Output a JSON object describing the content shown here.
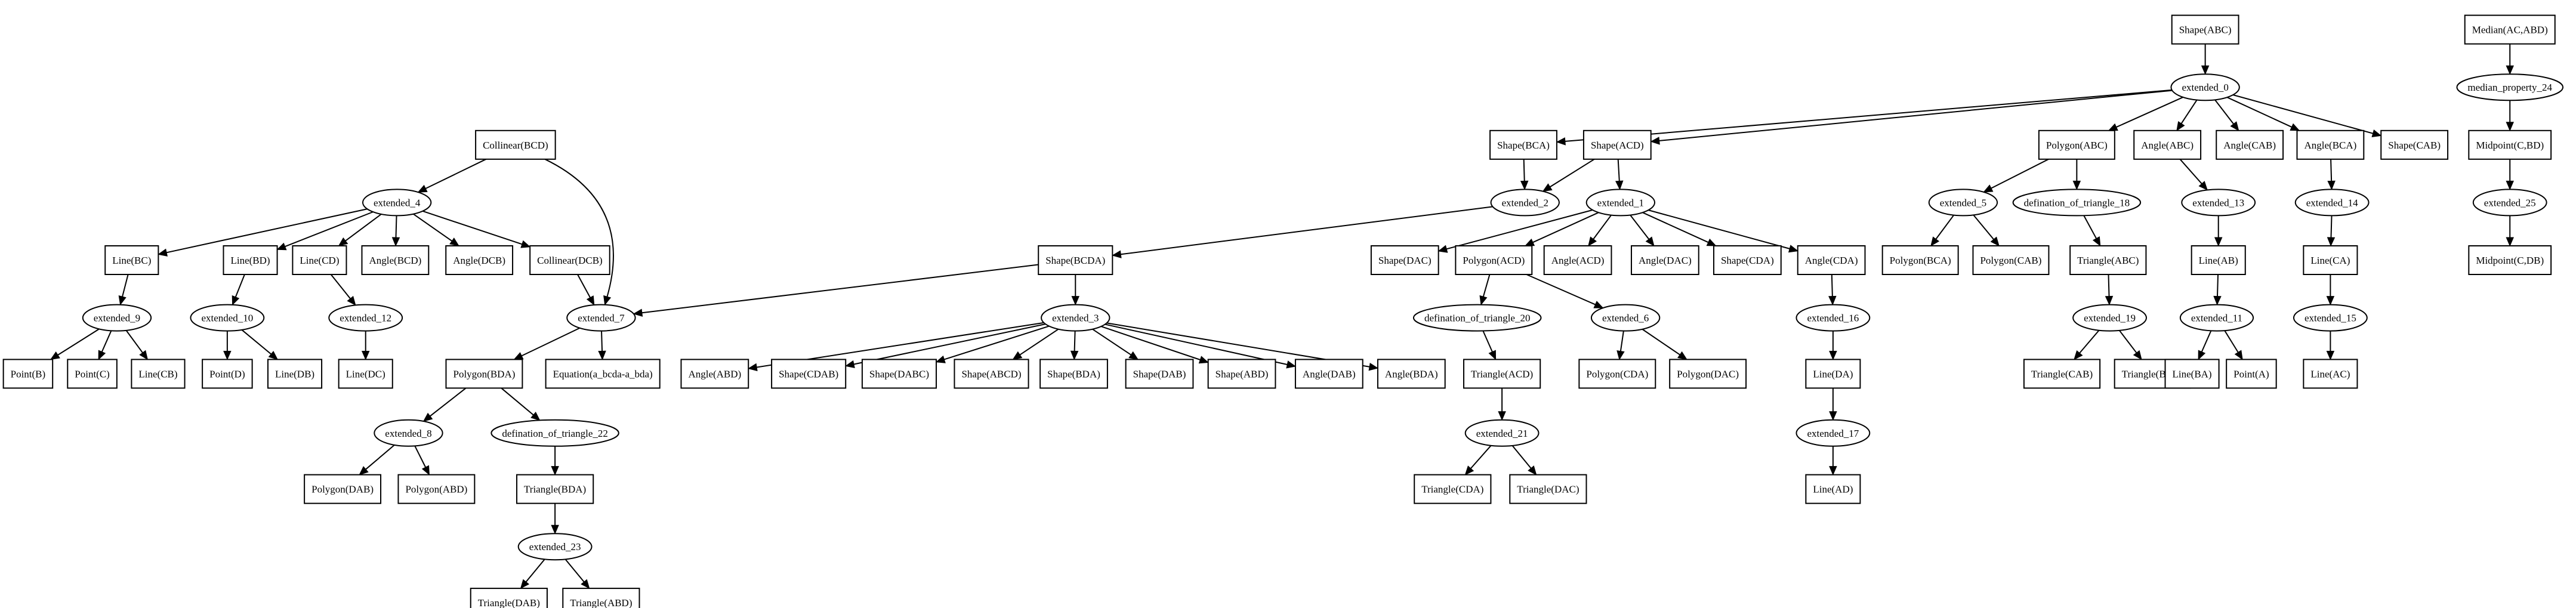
{
  "diagram": {
    "type": "directed-graph",
    "nodes": [
      {
        "id": "n_shape_abc",
        "label": "Shape(ABC)",
        "shape": "box"
      },
      {
        "id": "n_ext0",
        "label": "extended_0",
        "shape": "ellipse"
      },
      {
        "id": "n_shape_bca",
        "label": "Shape(BCA)",
        "shape": "box"
      },
      {
        "id": "n_shape_acd",
        "label": "Shape(ACD)",
        "shape": "box"
      },
      {
        "id": "n_poly_abc",
        "label": "Polygon(ABC)",
        "shape": "box"
      },
      {
        "id": "n_angle_abc",
        "label": "Angle(ABC)",
        "shape": "box"
      },
      {
        "id": "n_angle_cab",
        "label": "Angle(CAB)",
        "shape": "box"
      },
      {
        "id": "n_angle_bca",
        "label": "Angle(BCA)",
        "shape": "box"
      },
      {
        "id": "n_shape_cab",
        "label": "Shape(CAB)",
        "shape": "box"
      },
      {
        "id": "n_median",
        "label": "Median(AC,ABD)",
        "shape": "box"
      },
      {
        "id": "n_median_prop",
        "label": "median_property_24",
        "shape": "ellipse"
      },
      {
        "id": "n_mid_cbd",
        "label": "Midpoint(C,BD)",
        "shape": "box"
      },
      {
        "id": "n_ext25",
        "label": "extended_25",
        "shape": "ellipse"
      },
      {
        "id": "n_mid_cdb",
        "label": "Midpoint(C,DB)",
        "shape": "box"
      },
      {
        "id": "n_collinear_bcd",
        "label": "Collinear(BCD)",
        "shape": "box"
      },
      {
        "id": "n_ext4",
        "label": "extended_4",
        "shape": "ellipse"
      },
      {
        "id": "n_line_bc",
        "label": "Line(BC)",
        "shape": "box"
      },
      {
        "id": "n_line_bd",
        "label": "Line(BD)",
        "shape": "box"
      },
      {
        "id": "n_line_cd",
        "label": "Line(CD)",
        "shape": "box"
      },
      {
        "id": "n_angle_bcd",
        "label": "Angle(BCD)",
        "shape": "box"
      },
      {
        "id": "n_angle_dcb",
        "label": "Angle(DCB)",
        "shape": "box"
      },
      {
        "id": "n_collinear_dcb",
        "label": "Collinear(DCB)",
        "shape": "box"
      },
      {
        "id": "n_ext9",
        "label": "extended_9",
        "shape": "ellipse"
      },
      {
        "id": "n_point_b",
        "label": "Point(B)",
        "shape": "box"
      },
      {
        "id": "n_point_c",
        "label": "Point(C)",
        "shape": "box"
      },
      {
        "id": "n_line_cb",
        "label": "Line(CB)",
        "shape": "box"
      },
      {
        "id": "n_ext10",
        "label": "extended_10",
        "shape": "ellipse"
      },
      {
        "id": "n_point_d",
        "label": "Point(D)",
        "shape": "box"
      },
      {
        "id": "n_line_db",
        "label": "Line(DB)",
        "shape": "box"
      },
      {
        "id": "n_ext12",
        "label": "extended_12",
        "shape": "ellipse"
      },
      {
        "id": "n_line_dc",
        "label": "Line(DC)",
        "shape": "box"
      },
      {
        "id": "n_ext2",
        "label": "extended_2",
        "shape": "ellipse"
      },
      {
        "id": "n_ext1",
        "label": "extended_1",
        "shape": "ellipse"
      },
      {
        "id": "n_shape_bcda",
        "label": "Shape(BCDA)",
        "shape": "box"
      },
      {
        "id": "n_ext7",
        "label": "extended_7",
        "shape": "ellipse"
      },
      {
        "id": "n_ext3",
        "label": "extended_3",
        "shape": "ellipse"
      },
      {
        "id": "n_poly_bda",
        "label": "Polygon(BDA)",
        "shape": "box"
      },
      {
        "id": "n_equation",
        "label": "Equation(a_bcda-a_bda)",
        "shape": "box"
      },
      {
        "id": "n_ext8",
        "label": "extended_8",
        "shape": "ellipse"
      },
      {
        "id": "n_def22",
        "label": "defination_of_triangle_22",
        "shape": "ellipse"
      },
      {
        "id": "n_poly_dab",
        "label": "Polygon(DAB)",
        "shape": "box"
      },
      {
        "id": "n_poly_abd",
        "label": "Polygon(ABD)",
        "shape": "box"
      },
      {
        "id": "n_tri_bda",
        "label": "Triangle(BDA)",
        "shape": "box"
      },
      {
        "id": "n_ext23",
        "label": "extended_23",
        "shape": "ellipse"
      },
      {
        "id": "n_tri_dab",
        "label": "Triangle(DAB)",
        "shape": "box"
      },
      {
        "id": "n_tri_abd",
        "label": "Triangle(ABD)",
        "shape": "box"
      },
      {
        "id": "n_angle_abd",
        "label": "Angle(ABD)",
        "shape": "box"
      },
      {
        "id": "n_shape_cdab",
        "label": "Shape(CDAB)",
        "shape": "box"
      },
      {
        "id": "n_shape_dabc",
        "label": "Shape(DABC)",
        "shape": "box"
      },
      {
        "id": "n_shape_abcd",
        "label": "Shape(ABCD)",
        "shape": "box"
      },
      {
        "id": "n_shape_bda",
        "label": "Shape(BDA)",
        "shape": "box"
      },
      {
        "id": "n_shape_dab",
        "label": "Shape(DAB)",
        "shape": "box"
      },
      {
        "id": "n_shape_abd",
        "label": "Shape(ABD)",
        "shape": "box"
      },
      {
        "id": "n_angle_dab",
        "label": "Angle(DAB)",
        "shape": "box"
      },
      {
        "id": "n_angle_bda",
        "label": "Angle(BDA)",
        "shape": "box"
      },
      {
        "id": "n_shape_dac",
        "label": "Shape(DAC)",
        "shape": "box"
      },
      {
        "id": "n_poly_acd",
        "label": "Polygon(ACD)",
        "shape": "box"
      },
      {
        "id": "n_angle_acd",
        "label": "Angle(ACD)",
        "shape": "box"
      },
      {
        "id": "n_angle_dac",
        "label": "Angle(DAC)",
        "shape": "box"
      },
      {
        "id": "n_shape_cda",
        "label": "Shape(CDA)",
        "shape": "box"
      },
      {
        "id": "n_angle_cda",
        "label": "Angle(CDA)",
        "shape": "box"
      },
      {
        "id": "n_def20",
        "label": "defination_of_triangle_20",
        "shape": "ellipse"
      },
      {
        "id": "n_ext6",
        "label": "extended_6",
        "shape": "ellipse"
      },
      {
        "id": "n_tri_acd",
        "label": "Triangle(ACD)",
        "shape": "box"
      },
      {
        "id": "n_ext21",
        "label": "extended_21",
        "shape": "ellipse"
      },
      {
        "id": "n_tri_cda",
        "label": "Triangle(CDA)",
        "shape": "box"
      },
      {
        "id": "n_tri_dac",
        "label": "Triangle(DAC)",
        "shape": "box"
      },
      {
        "id": "n_poly_cda",
        "label": "Polygon(CDA)",
        "shape": "box"
      },
      {
        "id": "n_poly_dac",
        "label": "Polygon(DAC)",
        "shape": "box"
      },
      {
        "id": "n_ext16",
        "label": "extended_16",
        "shape": "ellipse"
      },
      {
        "id": "n_line_da",
        "label": "Line(DA)",
        "shape": "box"
      },
      {
        "id": "n_ext17",
        "label": "extended_17",
        "shape": "ellipse"
      },
      {
        "id": "n_line_ad",
        "label": "Line(AD)",
        "shape": "box"
      },
      {
        "id": "n_ext5",
        "label": "extended_5",
        "shape": "ellipse"
      },
      {
        "id": "n_def18",
        "label": "defination_of_triangle_18",
        "shape": "ellipse"
      },
      {
        "id": "n_poly_bca",
        "label": "Polygon(BCA)",
        "shape": "box"
      },
      {
        "id": "n_poly_cab",
        "label": "Polygon(CAB)",
        "shape": "box"
      },
      {
        "id": "n_tri_abc",
        "label": "Triangle(ABC)",
        "shape": "box"
      },
      {
        "id": "n_ext19",
        "label": "extended_19",
        "shape": "ellipse"
      },
      {
        "id": "n_tri_cab",
        "label": "Triangle(CAB)",
        "shape": "box"
      },
      {
        "id": "n_tri_bca",
        "label": "Triangle(BCA)",
        "shape": "box"
      },
      {
        "id": "n_ext13",
        "label": "extended_13",
        "shape": "ellipse"
      },
      {
        "id": "n_line_ab",
        "label": "Line(AB)",
        "shape": "box"
      },
      {
        "id": "n_ext11",
        "label": "extended_11",
        "shape": "ellipse"
      },
      {
        "id": "n_line_ba",
        "label": "Line(BA)",
        "shape": "box"
      },
      {
        "id": "n_point_a",
        "label": "Point(A)",
        "shape": "box"
      },
      {
        "id": "n_ext14",
        "label": "extended_14",
        "shape": "ellipse"
      },
      {
        "id": "n_line_ca",
        "label": "Line(CA)",
        "shape": "box"
      },
      {
        "id": "n_ext15",
        "label": "extended_15",
        "shape": "ellipse"
      },
      {
        "id": "n_line_ac",
        "label": "Line(AC)",
        "shape": "box"
      }
    ],
    "edges": [
      [
        "n_shape_abc",
        "n_ext0"
      ],
      [
        "n_ext0",
        "n_shape_bca"
      ],
      [
        "n_ext0",
        "n_shape_acd"
      ],
      [
        "n_ext0",
        "n_poly_abc"
      ],
      [
        "n_ext0",
        "n_angle_abc"
      ],
      [
        "n_ext0",
        "n_angle_cab"
      ],
      [
        "n_ext0",
        "n_angle_bca"
      ],
      [
        "n_ext0",
        "n_shape_cab"
      ],
      [
        "n_median",
        "n_median_prop"
      ],
      [
        "n_median_prop",
        "n_mid_cbd"
      ],
      [
        "n_mid_cbd",
        "n_ext25"
      ],
      [
        "n_ext25",
        "n_mid_cdb"
      ],
      [
        "n_collinear_bcd",
        "n_ext4"
      ],
      [
        "n_collinear_bcd",
        "n_ext7"
      ],
      [
        "n_ext4",
        "n_line_bc"
      ],
      [
        "n_ext4",
        "n_line_bd"
      ],
      [
        "n_ext4",
        "n_line_cd"
      ],
      [
        "n_ext4",
        "n_angle_bcd"
      ],
      [
        "n_ext4",
        "n_angle_dcb"
      ],
      [
        "n_ext4",
        "n_collinear_dcb"
      ],
      [
        "n_line_bc",
        "n_ext9"
      ],
      [
        "n_ext9",
        "n_point_b"
      ],
      [
        "n_ext9",
        "n_point_c"
      ],
      [
        "n_ext9",
        "n_line_cb"
      ],
      [
        "n_line_bd",
        "n_ext10"
      ],
      [
        "n_ext10",
        "n_point_d"
      ],
      [
        "n_ext10",
        "n_line_db"
      ],
      [
        "n_line_cd",
        "n_ext12"
      ],
      [
        "n_ext12",
        "n_line_dc"
      ],
      [
        "n_collinear_dcb",
        "n_ext7"
      ],
      [
        "n_shape_bca",
        "n_ext2"
      ],
      [
        "n_shape_acd",
        "n_ext2"
      ],
      [
        "n_shape_acd",
        "n_ext1"
      ],
      [
        "n_ext2",
        "n_shape_bcda"
      ],
      [
        "n_shape_bcda",
        "n_ext7"
      ],
      [
        "n_shape_bcda",
        "n_ext3"
      ],
      [
        "n_ext7",
        "n_poly_bda"
      ],
      [
        "n_ext7",
        "n_equation"
      ],
      [
        "n_poly_bda",
        "n_ext8"
      ],
      [
        "n_poly_bda",
        "n_def22"
      ],
      [
        "n_ext8",
        "n_poly_dab"
      ],
      [
        "n_ext8",
        "n_poly_abd"
      ],
      [
        "n_def22",
        "n_tri_bda"
      ],
      [
        "n_tri_bda",
        "n_ext23"
      ],
      [
        "n_ext23",
        "n_tri_dab"
      ],
      [
        "n_ext23",
        "n_tri_abd"
      ],
      [
        "n_ext3",
        "n_angle_abd"
      ],
      [
        "n_ext3",
        "n_shape_cdab"
      ],
      [
        "n_ext3",
        "n_shape_dabc"
      ],
      [
        "n_ext3",
        "n_shape_abcd"
      ],
      [
        "n_ext3",
        "n_shape_bda"
      ],
      [
        "n_ext3",
        "n_shape_dab"
      ],
      [
        "n_ext3",
        "n_shape_abd"
      ],
      [
        "n_ext3",
        "n_angle_dab"
      ],
      [
        "n_ext3",
        "n_angle_bda"
      ],
      [
        "n_ext1",
        "n_shape_dac"
      ],
      [
        "n_ext1",
        "n_poly_acd"
      ],
      [
        "n_ext1",
        "n_angle_acd"
      ],
      [
        "n_ext1",
        "n_angle_dac"
      ],
      [
        "n_ext1",
        "n_shape_cda"
      ],
      [
        "n_ext1",
        "n_angle_cda"
      ],
      [
        "n_poly_acd",
        "n_def20"
      ],
      [
        "n_poly_acd",
        "n_ext6"
      ],
      [
        "n_def20",
        "n_tri_acd"
      ],
      [
        "n_tri_acd",
        "n_ext21"
      ],
      [
        "n_ext21",
        "n_tri_cda"
      ],
      [
        "n_ext21",
        "n_tri_dac"
      ],
      [
        "n_ext6",
        "n_poly_cda"
      ],
      [
        "n_ext6",
        "n_poly_dac"
      ],
      [
        "n_angle_cda",
        "n_ext16"
      ],
      [
        "n_ext16",
        "n_line_da"
      ],
      [
        "n_line_da",
        "n_ext17"
      ],
      [
        "n_ext17",
        "n_line_ad"
      ],
      [
        "n_poly_abc",
        "n_ext5"
      ],
      [
        "n_poly_abc",
        "n_def18"
      ],
      [
        "n_ext5",
        "n_poly_bca"
      ],
      [
        "n_ext5",
        "n_poly_cab"
      ],
      [
        "n_def18",
        "n_tri_abc"
      ],
      [
        "n_tri_abc",
        "n_ext19"
      ],
      [
        "n_ext19",
        "n_tri_cab"
      ],
      [
        "n_ext19",
        "n_tri_bca"
      ],
      [
        "n_angle_abc",
        "n_ext13"
      ],
      [
        "n_ext13",
        "n_line_ab"
      ],
      [
        "n_line_ab",
        "n_ext11"
      ],
      [
        "n_ext11",
        "n_line_ba"
      ],
      [
        "n_ext11",
        "n_point_a"
      ],
      [
        "n_angle_bca",
        "n_ext14"
      ],
      [
        "n_ext14",
        "n_line_ca"
      ],
      [
        "n_line_ca",
        "n_ext15"
      ],
      [
        "n_ext15",
        "n_line_ac"
      ]
    ]
  }
}
